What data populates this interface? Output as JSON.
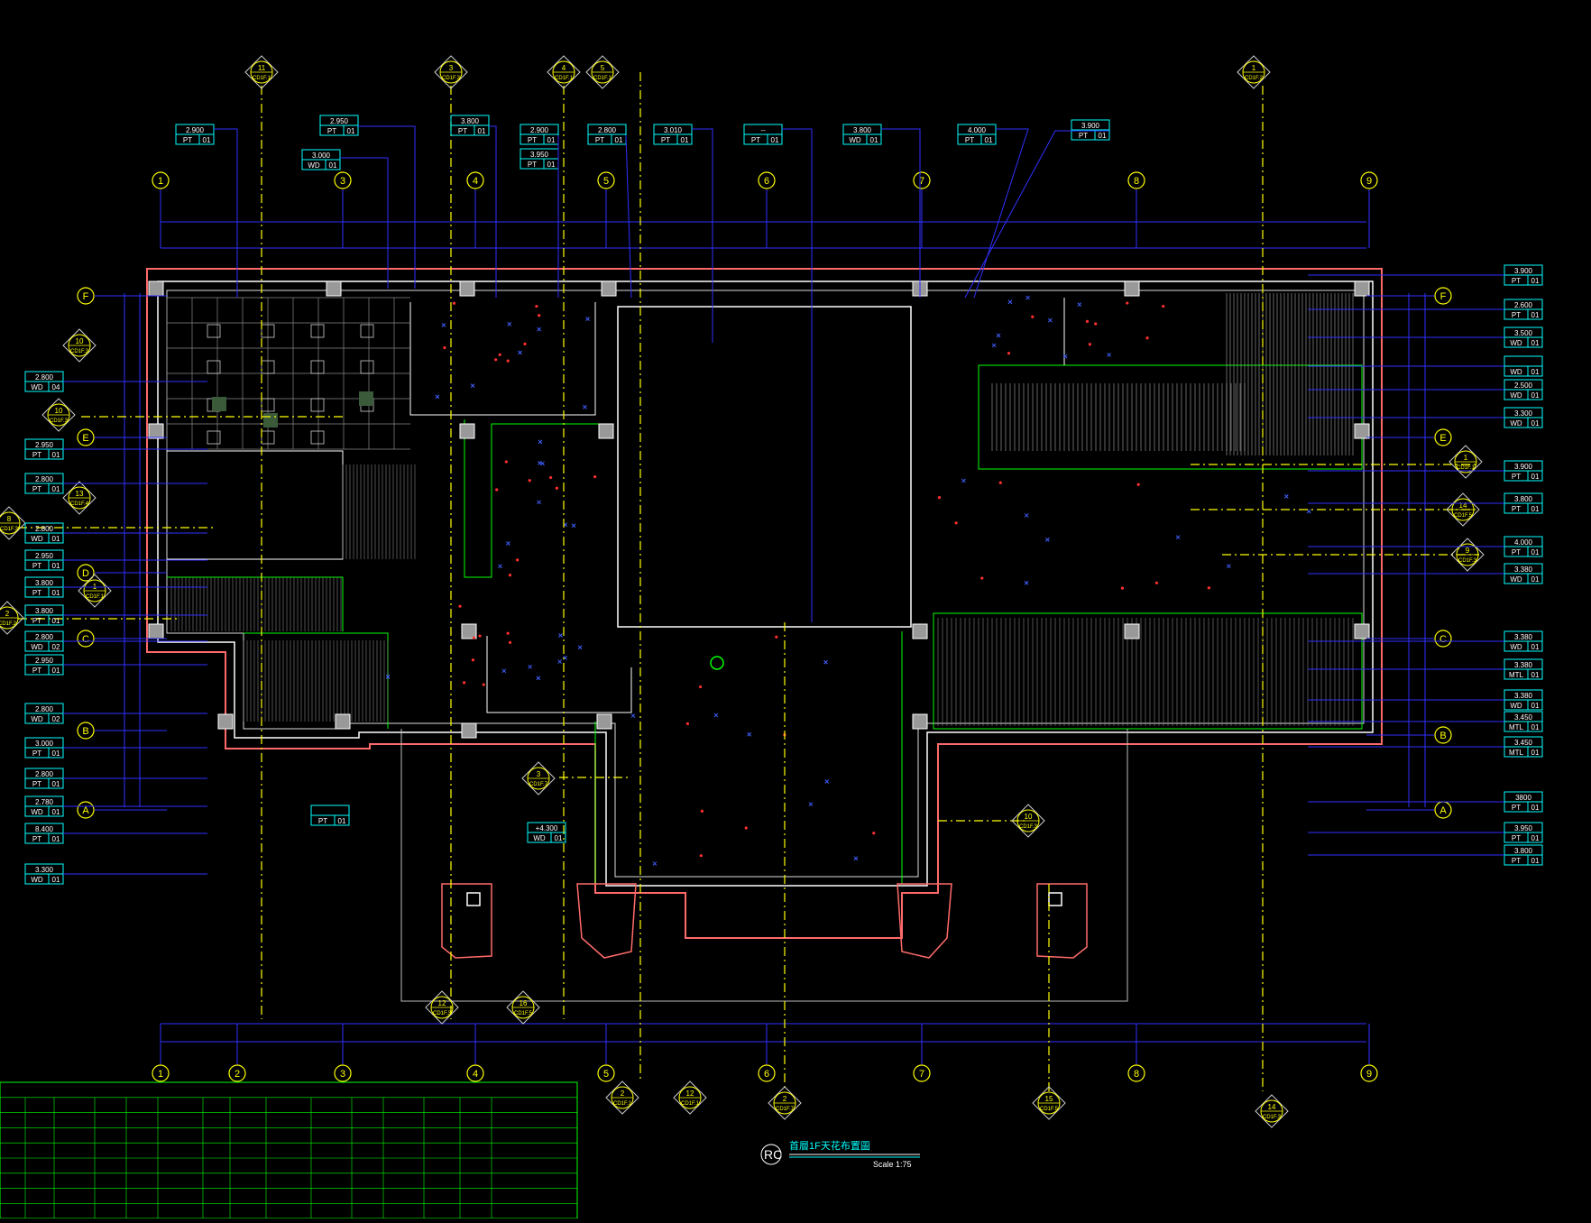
{
  "colors": {
    "background": "#000000",
    "axis": "#ffff00",
    "dimension": "#3030ff",
    "wall": "#ffffff",
    "outline": "#ff6a6a",
    "tag": "#00ffff",
    "green": "#00ff00",
    "magenta": "#ff00ff"
  },
  "axes_top": [
    "1",
    "3",
    "4",
    "5",
    "6",
    "7",
    "8",
    "9"
  ],
  "axes_bottom": [
    "1",
    "2",
    "3",
    "4",
    "5",
    "6",
    "7",
    "8",
    "9"
  ],
  "axes_left": [
    "F",
    "E",
    "D",
    "C",
    "B",
    "A"
  ],
  "axes_right": [
    "F",
    "E",
    "C",
    "B",
    "A"
  ],
  "section_markers": [
    {
      "num": "11",
      "ref": "CD1F.1"
    },
    {
      "num": "3",
      "ref": "CD1F.3"
    },
    {
      "num": "4",
      "ref": "CD1F.1"
    },
    {
      "num": "5",
      "ref": "CD1F.1"
    },
    {
      "num": "1",
      "ref": "CD1F.2"
    },
    {
      "num": "10",
      "ref": "CD1F.3"
    },
    {
      "num": "10",
      "ref": "CD1F.3"
    },
    {
      "num": "13",
      "ref": "CD1F.4"
    },
    {
      "num": "8",
      "ref": "CD1F.3"
    },
    {
      "num": "1",
      "ref": "CD1F.1"
    },
    {
      "num": "2",
      "ref": "CD1F.2"
    },
    {
      "num": "3",
      "ref": "CD1F.7"
    },
    {
      "num": "10",
      "ref": "CD1F.3"
    },
    {
      "num": "1",
      "ref": "CD1F.1"
    },
    {
      "num": "14",
      "ref": "CD1F.5"
    },
    {
      "num": "9",
      "ref": "CD1F.3"
    },
    {
      "num": "12",
      "ref": "CD1F.3"
    },
    {
      "num": "16",
      "ref": "CD1F.5"
    },
    {
      "num": "2",
      "ref": "CD1F.1"
    },
    {
      "num": "12",
      "ref": "CD1F.1"
    },
    {
      "num": "2",
      "ref": "CD1F.7"
    },
    {
      "num": "15",
      "ref": "CD1F.5"
    },
    {
      "num": "14",
      "ref": "CD1F.3"
    }
  ],
  "tags_top": [
    {
      "h": "2.900",
      "m": "PT",
      "n": "01"
    },
    {
      "h": "2.950",
      "m": "PT",
      "n": "01"
    },
    {
      "h": "3.000",
      "m": "WD",
      "n": "01"
    },
    {
      "h": "3.800",
      "m": "PT",
      "n": "01"
    },
    {
      "h": "2.900",
      "m": "PT",
      "n": "01"
    },
    {
      "h": "3.950",
      "m": "PT",
      "n": "01"
    },
    {
      "h": "2.800",
      "m": "PT",
      "n": "01"
    },
    {
      "h": "3.010",
      "m": "PT",
      "n": "01"
    },
    {
      "h": "--",
      "m": "PT",
      "n": "01"
    },
    {
      "h": "3.800",
      "m": "WD",
      "n": "01"
    },
    {
      "h": "4.000",
      "m": "PT",
      "n": "01"
    },
    {
      "h": "3.900",
      "m": "PT",
      "n": "01"
    }
  ],
  "tags_left": [
    {
      "h": "2.800",
      "m": "WD",
      "n": "04"
    },
    {
      "h": "2.950",
      "m": "PT",
      "n": "01"
    },
    {
      "h": "2.800",
      "m": "PT",
      "n": "01"
    },
    {
      "h": "2.800",
      "m": "WD",
      "n": "01"
    },
    {
      "h": "2.950",
      "m": "PT",
      "n": "01"
    },
    {
      "h": "3.800",
      "m": "PT",
      "n": "01"
    },
    {
      "h": "3.800",
      "m": "PT",
      "n": "01"
    },
    {
      "h": "2.800",
      "m": "WD",
      "n": "02"
    },
    {
      "h": "2.950",
      "m": "PT",
      "n": "01"
    },
    {
      "h": "2.800",
      "m": "WD",
      "n": "02"
    },
    {
      "h": "3.000",
      "m": "PT",
      "n": "01"
    },
    {
      "h": "2.800",
      "m": "PT",
      "n": "01"
    },
    {
      "h": "2.780",
      "m": "WD",
      "n": "01"
    },
    {
      "h": "8.400",
      "m": "PT",
      "n": "01"
    },
    {
      "h": "3.300",
      "m": "WD",
      "n": "01"
    }
  ],
  "tags_right": [
    {
      "h": "3.900",
      "m": "PT",
      "n": "01"
    },
    {
      "h": "2.600",
      "m": "PT",
      "n": "01"
    },
    {
      "h": "3.500",
      "m": "WD",
      "n": "01"
    },
    {
      "h": "",
      "m": "WD",
      "n": "01"
    },
    {
      "h": "2.500",
      "m": "WD",
      "n": "01"
    },
    {
      "h": "3.300",
      "m": "WD",
      "n": "01"
    },
    {
      "h": "3.900",
      "m": "PT",
      "n": "01"
    },
    {
      "h": "3.800",
      "m": "PT",
      "n": "01"
    },
    {
      "h": "4.000",
      "m": "PT",
      "n": "01"
    },
    {
      "h": "3.380",
      "m": "WD",
      "n": "01"
    },
    {
      "h": "3.380",
      "m": "WD",
      "n": "01"
    },
    {
      "h": "3.380",
      "m": "MTL",
      "n": "01"
    },
    {
      "h": "3.380",
      "m": "WD",
      "n": "01"
    },
    {
      "h": "3.450",
      "m": "MTL",
      "n": "01"
    },
    {
      "h": "3.450",
      "m": "MTL",
      "n": "01"
    },
    {
      "h": "3800",
      "m": "PT",
      "n": "01"
    },
    {
      "h": "3.950",
      "m": "PT",
      "n": "01"
    },
    {
      "h": "3.800",
      "m": "PT",
      "n": "01"
    }
  ],
  "tags_center": [
    {
      "h": "",
      "m": "PT",
      "n": "01"
    },
    {
      "h": "+4.300",
      "m": "WD",
      "n": "01"
    }
  ],
  "drawing_title": "首層1F天花布置圖",
  "drawing_code": "RC",
  "scale_label": "Scale 1:75"
}
